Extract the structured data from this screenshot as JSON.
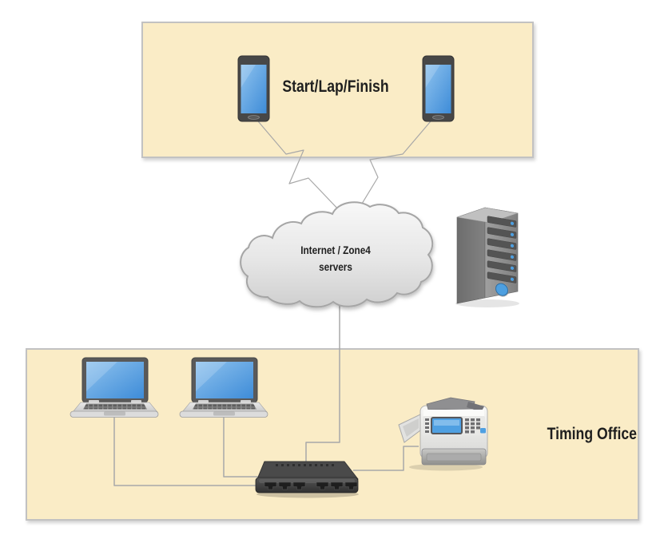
{
  "diagram": {
    "zones": {
      "start_lap_finish": {
        "label": "Start/Lap/Finish",
        "fill": "#FAECC6",
        "border": "#C2C2C2"
      },
      "timing_office": {
        "label": "Timing Office",
        "fill": "#FAECC6",
        "border": "#C2C2C2"
      }
    },
    "cloud": {
      "label_line1": "Internet / Zone4",
      "label_line2": "servers",
      "fill_top": "#F8F8F8",
      "fill_bottom": "#CFCFCF",
      "stroke": "#A5A5A5"
    },
    "devices": [
      {
        "id": "smartphone-left",
        "type": "smartphone",
        "zone": "Start/Lap/Finish"
      },
      {
        "id": "smartphone-right",
        "type": "smartphone",
        "zone": "Start/Lap/Finish"
      },
      {
        "id": "internet-cloud",
        "type": "cloud",
        "zone": ""
      },
      {
        "id": "server-tower",
        "type": "server",
        "zone": ""
      },
      {
        "id": "laptop-left",
        "type": "laptop",
        "zone": "Timing Office"
      },
      {
        "id": "laptop-right",
        "type": "laptop",
        "zone": "Timing Office"
      },
      {
        "id": "network-switch",
        "type": "switch",
        "zone": "Timing Office"
      },
      {
        "id": "multifunction-printer",
        "type": "printer",
        "zone": "Timing Office"
      }
    ],
    "connectors": {
      "color": "#A8A8A8",
      "links": [
        "smartphone-left to internet-cloud (zigzag)",
        "smartphone-right to internet-cloud (zigzag)",
        "internet-cloud to network-switch",
        "laptop-left to network-switch",
        "laptop-right to network-switch",
        "network-switch to multifunction-printer"
      ]
    },
    "colors": {
      "screen_blue": "#4E9CDF",
      "device_dark_gray": "#474747",
      "switch_body": "#3F3F3F",
      "server_gray": "#8F8F8F",
      "text": "#1F1F1F"
    }
  }
}
